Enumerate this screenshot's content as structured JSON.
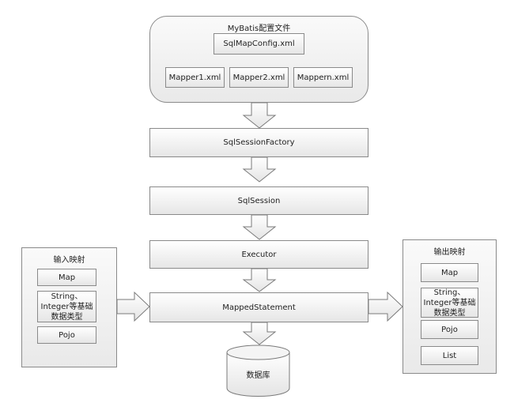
{
  "config_group": {
    "title": "MyBatis配置文件",
    "main_file": "SqlMapConfig.xml",
    "mapper_files": [
      "Mapper1.xml",
      "Mapper2.xml",
      "Mappern.xml"
    ]
  },
  "pipeline": {
    "factory": "SqlSessionFactory",
    "session": "SqlSession",
    "executor": "Executor",
    "statement": "MappedStatement",
    "database": "数据库"
  },
  "input_mapping": {
    "title": "输入映射",
    "items": [
      "Map",
      "String、\nInteger等基础\n数据类型",
      "Pojo"
    ]
  },
  "output_mapping": {
    "title": "输出映射",
    "items": [
      "Map",
      "String、\nInteger等基础\n数据类型",
      "Pojo",
      "List"
    ]
  }
}
